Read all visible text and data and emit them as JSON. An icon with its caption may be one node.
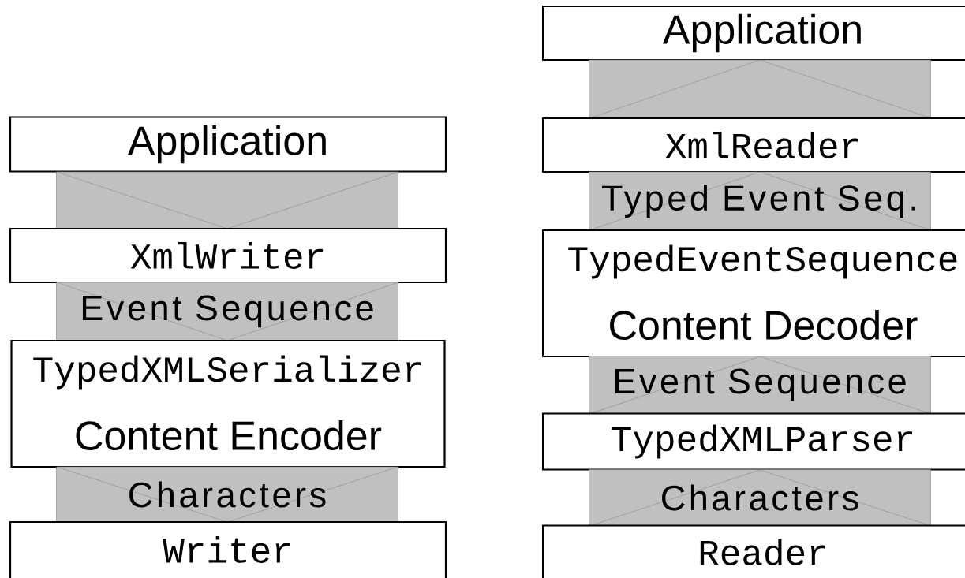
{
  "diagram": {
    "nodes": [
      {
        "text": [
          "Application"
        ]
      },
      {
        "text": [],
        "shape": "bar"
      },
      {
        "text": [
          "XmlWriter"
        ]
      },
      {
        "text": [
          "Event Sequence"
        ]
      },
      {
        "text": [
          "TypedXMLSerializer",
          "Content Encoder"
        ]
      },
      {
        "text": [
          "Characters"
        ]
      },
      {
        "text": [
          "Writer"
        ]
      },
      {
        "text": [
          "Application"
        ]
      },
      {
        "text": [],
        "shape": "bar"
      },
      {
        "text": [
          "XmlReader"
        ]
      },
      {
        "text": [
          "Typed Event Seq."
        ]
      },
      {
        "text": [
          "TypedEventSequence",
          "Content Decoder"
        ]
      },
      {
        "text": [
          "Event Sequence"
        ]
      },
      {
        "text": [
          "TypedXMLParser"
        ]
      },
      {
        "text": [
          "Characters"
        ]
      },
      {
        "text": [
          "Reader"
        ]
      }
    ]
  }
}
